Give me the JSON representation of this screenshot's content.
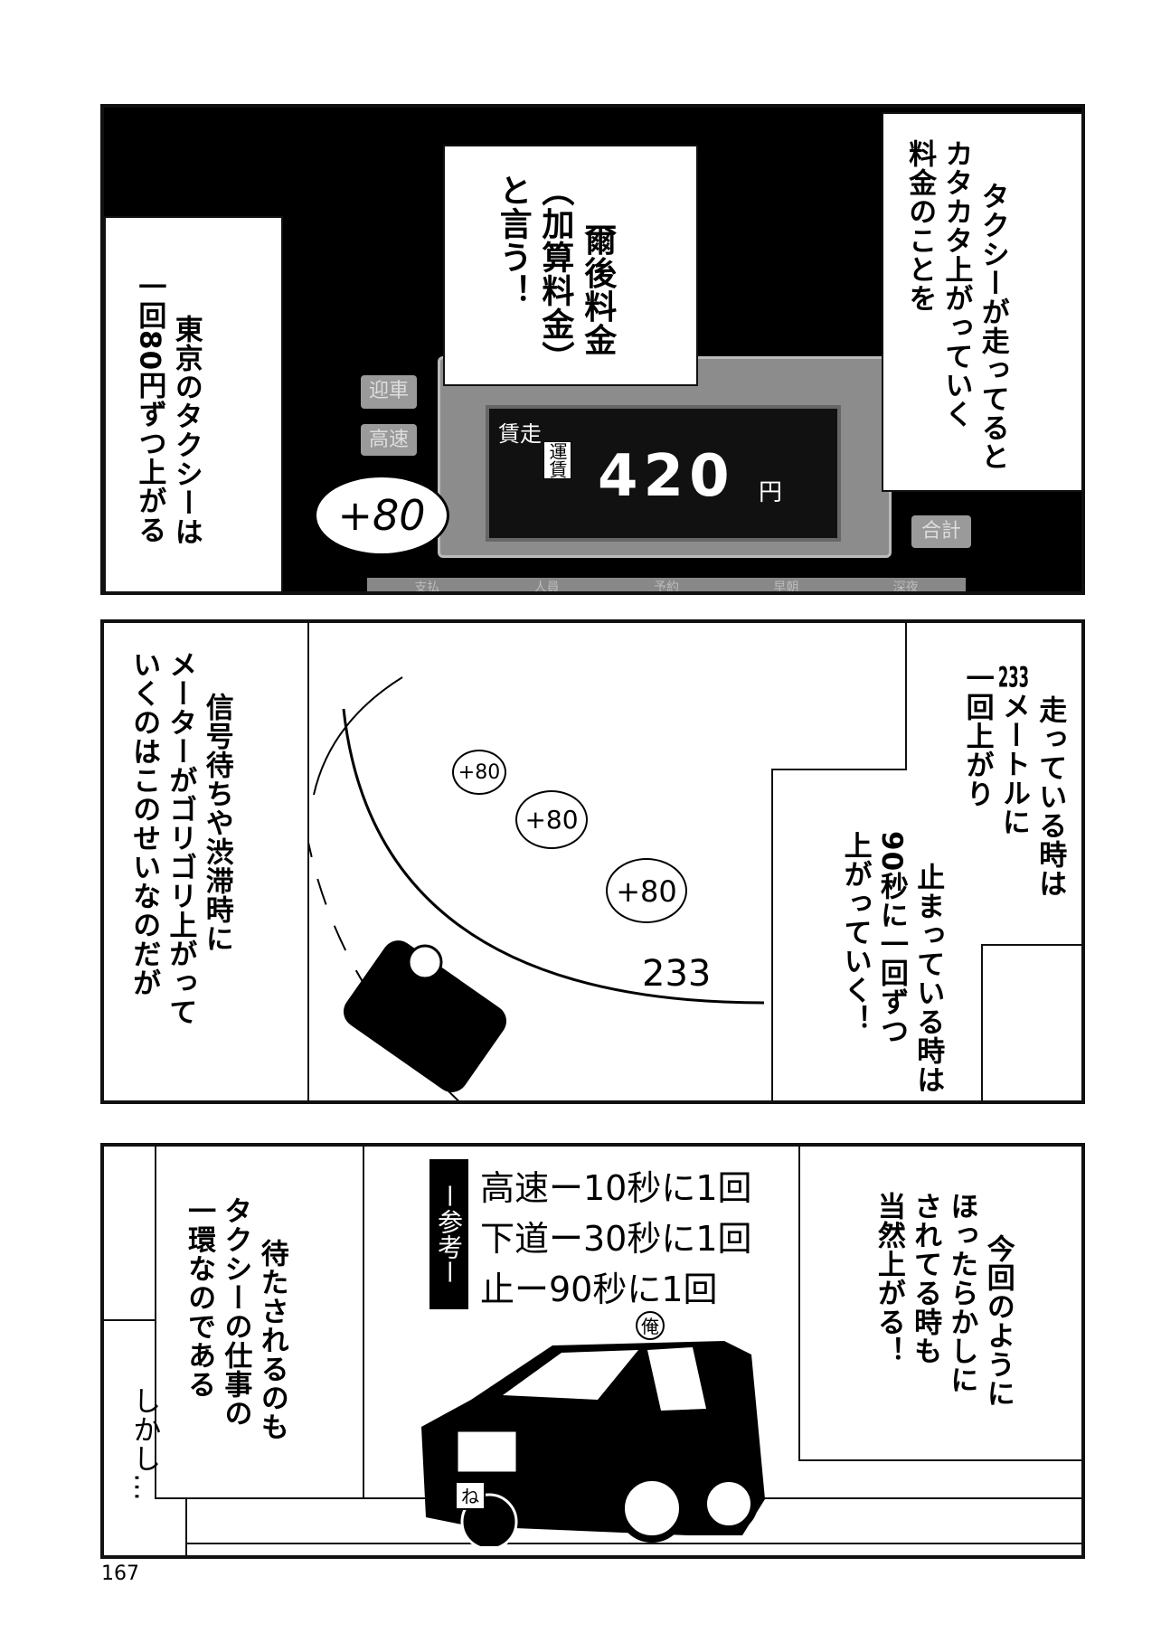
{
  "panel1": {
    "caption_right": [
      "タクシーが走ってると",
      "カタカタ上がっていく",
      "料金のことを"
    ],
    "caption_middle": [
      "爾後料金",
      "（加算料金）",
      "と言う！"
    ],
    "caption_left": [
      "東京のタクシーは",
      "一回80円ずつ上がる"
    ],
    "meter": {
      "label_top": "賃走",
      "label_side": "運賃",
      "fare": "420",
      "unit": "円",
      "btn1": "迎車",
      "btn2": "高速",
      "btn_total": "合計",
      "strip": [
        "支払",
        "人員",
        "予約",
        "早朝",
        "深夜"
      ]
    },
    "bubble": "+80"
  },
  "panel2": {
    "caption_left": [
      "信号待ちや渋滞時に",
      "メーターがゴリゴリ上がって",
      "いくのはこのせいなのだが"
    ],
    "caption_right_top": {
      "col1": "走っている時は",
      "col2_num": "233",
      "col2_rest": "メートルに",
      "col3": "一回上がり"
    },
    "caption_right_bottom": [
      "止まっている時は",
      "90秒に一回ずつ",
      "上がっていく！"
    ],
    "bubbles": [
      "+80",
      "+80",
      "+80"
    ],
    "distance": "233"
  },
  "panel3": {
    "reference_title": "ー参考ー",
    "reference_lines": [
      "高速ー10秒に1回",
      "下道ー30秒に1回",
      "止ー90秒に1回"
    ],
    "caption_left": [
      "待たされるのも",
      "タクシーの仕事の",
      "一環なのである"
    ],
    "caption_bottom": "しかし…",
    "caption_right": [
      "今回のように",
      "ほったらかしに",
      "されてる時も",
      "当然上がる！"
    ],
    "roof_sign": "俺",
    "plate": "ね"
  },
  "page_number": "167"
}
